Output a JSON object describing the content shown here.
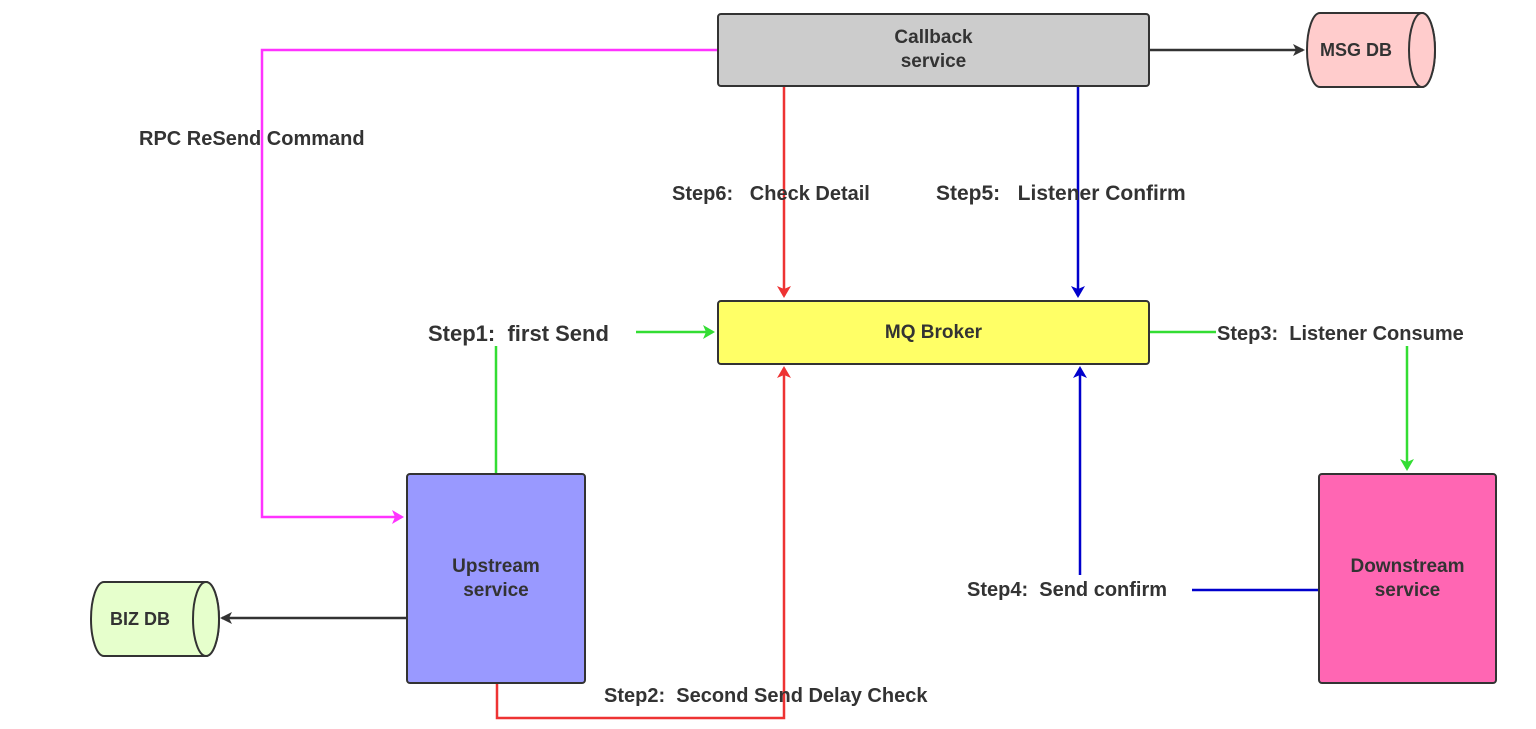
{
  "nodes": {
    "callback": {
      "label_line1": "Callback",
      "label_line2": "service",
      "fill": "#cccccc"
    },
    "mq_broker": {
      "label": "MQ Broker",
      "fill": "#ffff66"
    },
    "upstream": {
      "label_line1": "Upstream",
      "label_line2": "service",
      "fill": "#9999ff"
    },
    "downstream": {
      "label_line1": "Downstream",
      "label_line2": "service",
      "fill": "#ff66b3"
    },
    "msg_db": {
      "label": "MSG DB",
      "fill": "#ffcccc"
    },
    "biz_db": {
      "label": "BIZ DB",
      "fill": "#e6ffcc"
    }
  },
  "edges": {
    "rpc_resend": {
      "label": "RPC ReSend Command",
      "color": "#ff33ff"
    },
    "step1": {
      "label": "Step1:  first Send",
      "color": "#33dd33"
    },
    "step2": {
      "label": "Step2:  Second Send Delay Check",
      "color": "#ee3333"
    },
    "step3": {
      "label": "Step3:  Listener Consume",
      "color": "#33dd33"
    },
    "step4": {
      "label": "Step4:  Send confirm",
      "color": "#0000cc"
    },
    "step5": {
      "label": "Step5:   Listener Confirm",
      "color": "#0000cc"
    },
    "step6": {
      "label": "Step6:   Check Detail",
      "color": "#ee3333"
    },
    "to_msg_db": {
      "color": "#333333"
    },
    "to_biz_db": {
      "color": "#333333"
    }
  }
}
